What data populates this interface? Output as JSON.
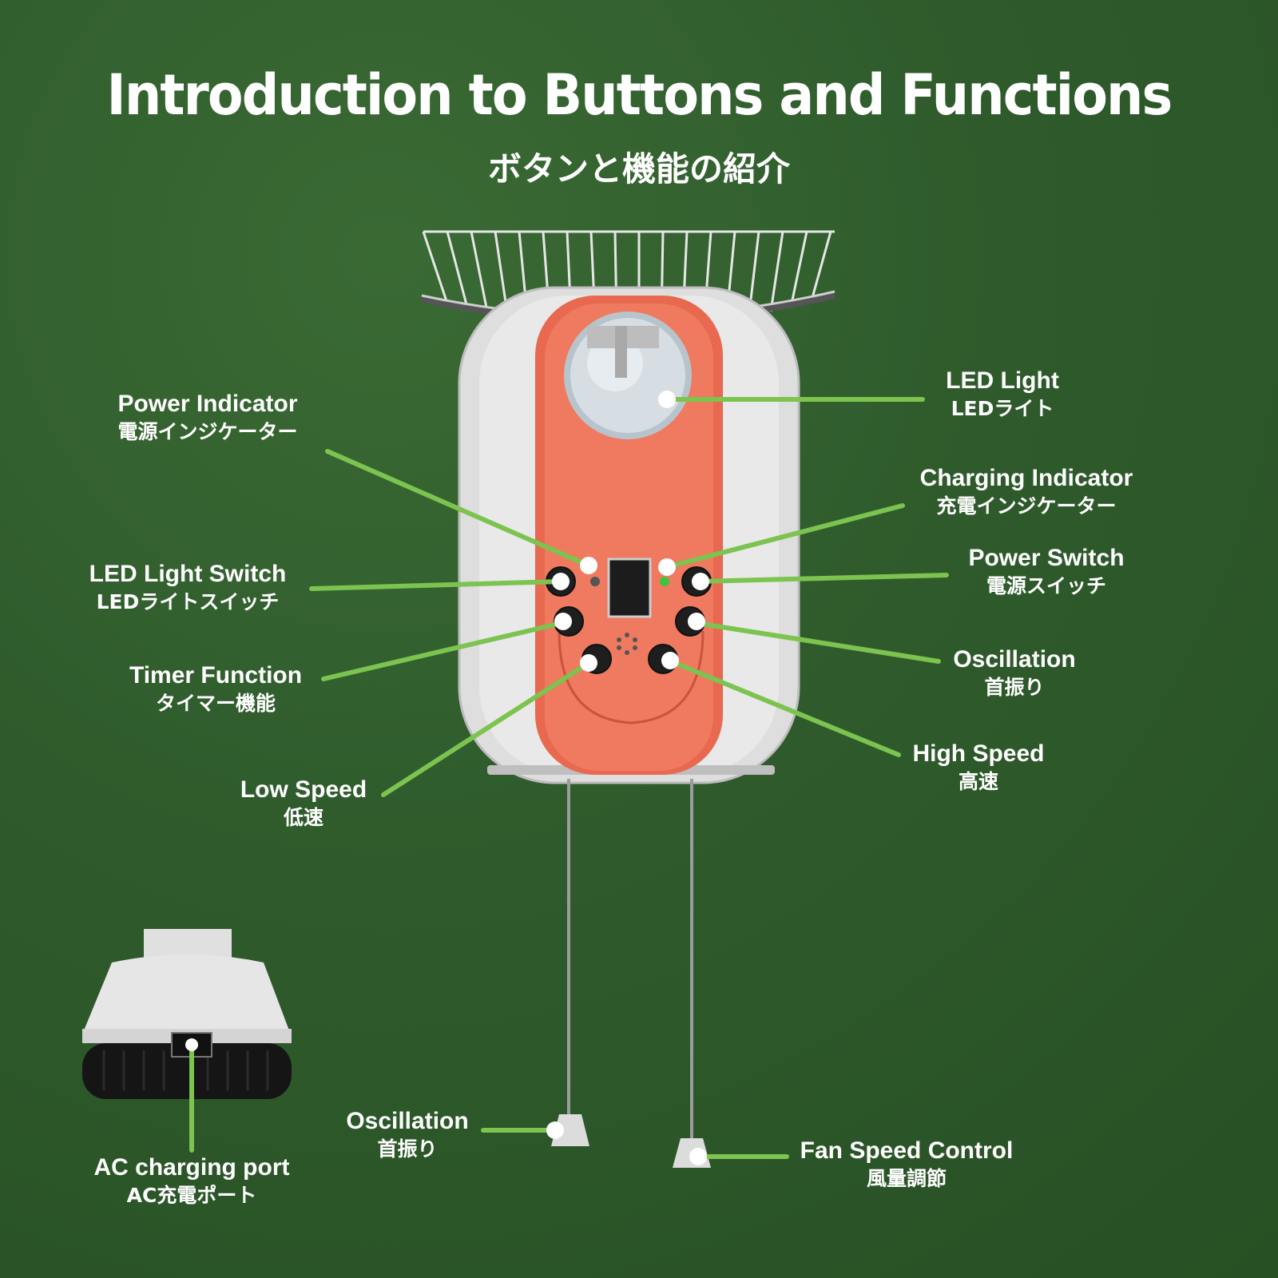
{
  "title": "Introduction to Buttons and Functions",
  "subtitle": "ボタンと機能の紹介",
  "labels": {
    "led_light": {
      "en": "LED Light",
      "jp": "LEDライト"
    },
    "power_indicator": {
      "en": "Power Indicator",
      "jp": "電源インジケーター"
    },
    "charging_indicator": {
      "en": "Charging Indicator",
      "jp": "充電インジケーター"
    },
    "led_light_switch": {
      "en": "LED Light Switch",
      "jp": "LEDライトスイッチ"
    },
    "power_switch": {
      "en": "Power Switch",
      "jp": "電源スイッチ"
    },
    "timer_function": {
      "en": "Timer Function",
      "jp": "タイマー機能"
    },
    "oscillation": {
      "en": "Oscillation",
      "jp": "首振り"
    },
    "low_speed": {
      "en": "Low Speed",
      "jp": "低速"
    },
    "high_speed": {
      "en": "High Speed",
      "jp": "高速"
    },
    "ac_charging_port": {
      "en": "AC charging port",
      "jp": "AC充電ポート"
    },
    "oscillation_cord": {
      "en": "Oscillation",
      "jp": "首振り"
    },
    "fan_speed_control": {
      "en": "Fan Speed Control",
      "jp": "風量調節"
    }
  },
  "colors": {
    "background": "#2f5b2c",
    "callout_line": "#7cc34f",
    "panel": "#e8694f",
    "body": "#d9d9d9"
  }
}
